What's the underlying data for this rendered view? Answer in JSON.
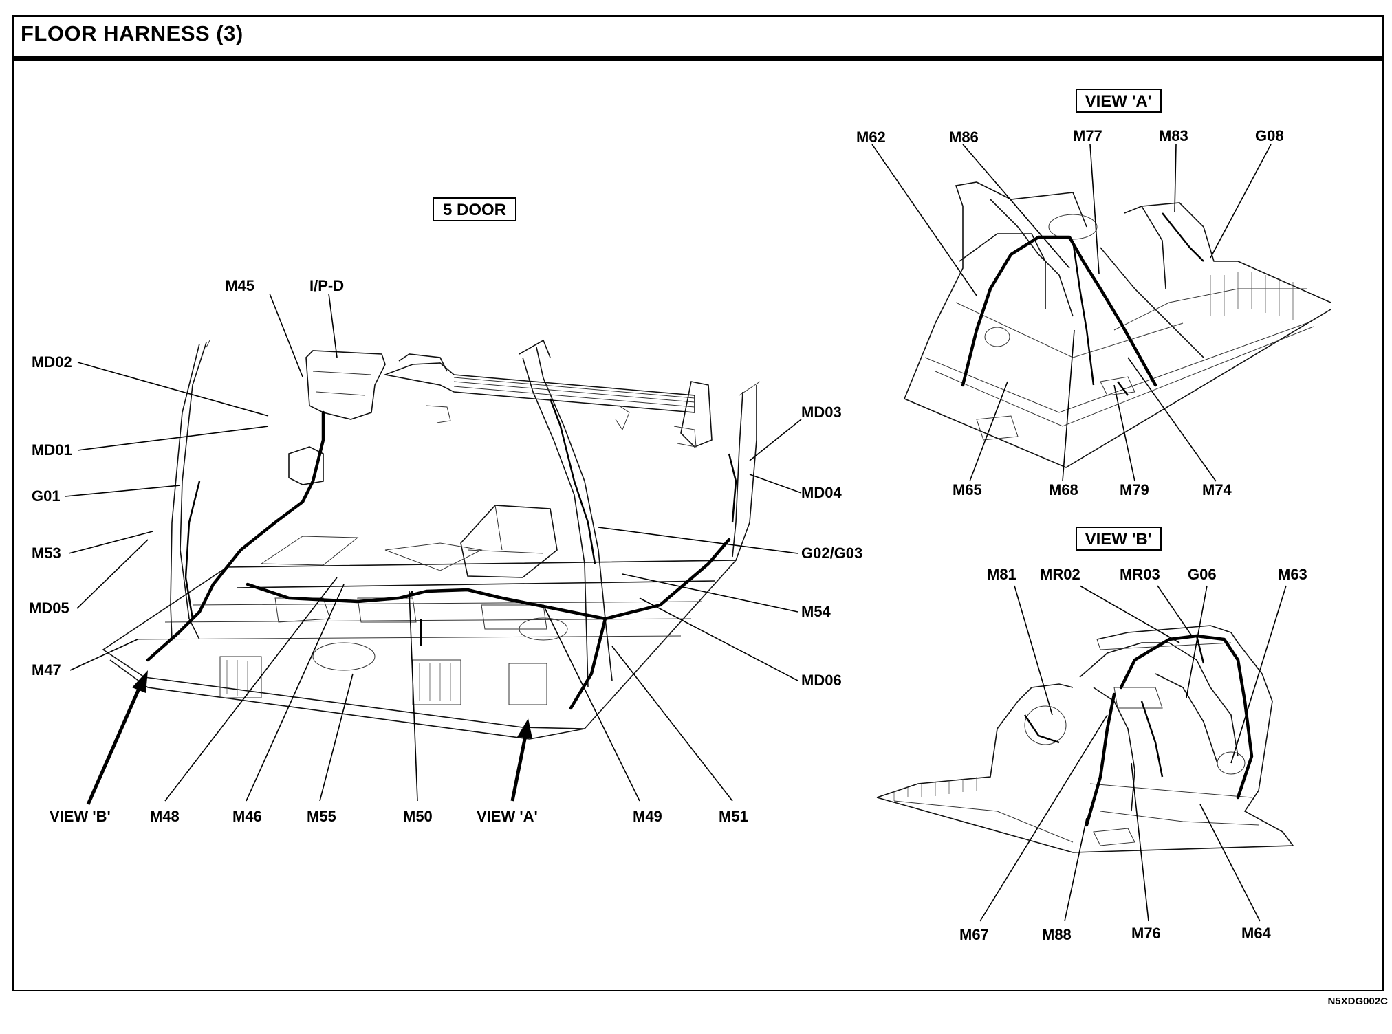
{
  "title": "FLOOR HARNESS (3)",
  "drawing_code": "N5XDG002C",
  "main_view": {
    "box_label": "5 DOOR",
    "labels": {
      "M45": "M45",
      "IPD": "I/P-D",
      "MD02": "MD02",
      "MD01": "MD01",
      "G01": "G01",
      "M53": "M53",
      "MD05": "MD05",
      "M47": "M47",
      "MD03": "MD03",
      "MD04": "MD04",
      "G02G03": "G02/G03",
      "M54": "M54",
      "MD06": "MD06",
      "M48": "M48",
      "M46": "M46",
      "M55": "M55",
      "M50": "M50",
      "M49": "M49",
      "M51": "M51"
    },
    "view_b_ref": "VIEW 'B'",
    "view_a_ref": "VIEW 'A'"
  },
  "view_a": {
    "box_label": "VIEW 'A'",
    "labels": {
      "M62": "M62",
      "M86": "M86",
      "M77": "M77",
      "M83": "M83",
      "G08": "G08",
      "M65": "M65",
      "M68": "M68",
      "M79": "M79",
      "M74": "M74"
    }
  },
  "view_b": {
    "box_label": "VIEW 'B'",
    "labels": {
      "M81": "M81",
      "MR02": "MR02",
      "MR03": "MR03",
      "G06": "G06",
      "M63": "M63",
      "M67": "M67",
      "M88": "M88",
      "M76": "M76",
      "M64": "M64"
    }
  }
}
